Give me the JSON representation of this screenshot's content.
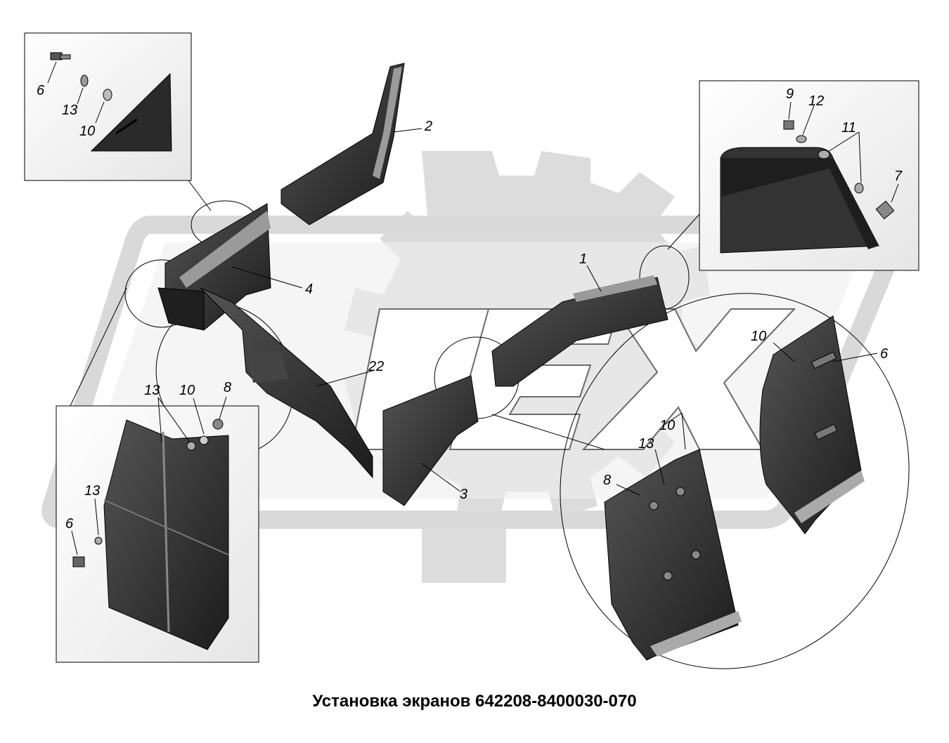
{
  "caption": "Установка экранов 642208-8400030-070",
  "watermark": {
    "name": "rex-gear-logo",
    "text": "REX",
    "color": "#d4d4d4"
  },
  "callouts": {
    "topLeftInset": {
      "c6": "6",
      "c13": "13",
      "c10": "10"
    },
    "main": {
      "c1": "1",
      "c2": "2",
      "c3": "3",
      "c4": "4",
      "c22": "22",
      "c8": "8",
      "c10": "10",
      "c13": "13"
    },
    "topRightInset": {
      "c9": "9",
      "c12": "12",
      "c11": "11",
      "c7": "7"
    },
    "bottomLeftInset": {
      "c13": "13",
      "c6": "6"
    },
    "rightOval": {
      "c10a": "10",
      "c6": "6",
      "c10b": "10",
      "c13": "13",
      "c8": "8"
    }
  },
  "colors": {
    "part": "#2b2b2b",
    "partEdge": "#000000",
    "highlight": "#9a9a9a",
    "inset": "#ffffff"
  }
}
